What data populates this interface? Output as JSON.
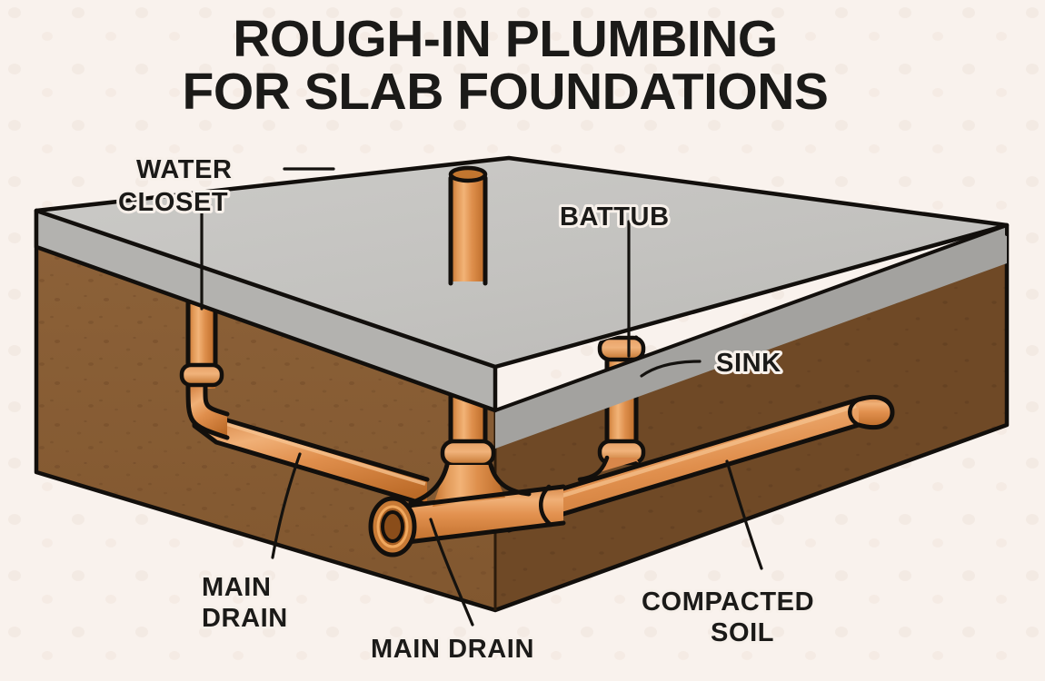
{
  "title": {
    "line1": "ROUGH-IN PLUMBING",
    "line2": "FOR SLAB FOUNDATIONS"
  },
  "labels": {
    "water_closet_line1": "WATER",
    "water_closet_line2": "CLOSET",
    "bathtub": "BATTUB",
    "sink": "SINK",
    "main_drain_left_line1": "MAIN",
    "main_drain_left_line2": "DRAIN",
    "main_drain_bottom": "MAIN DRAIN",
    "compacted_soil_line1": "COMPACTED",
    "compacted_soil_line2": "SOIL"
  },
  "colors": {
    "background": "#f9f2ed",
    "title_text": "#1b1a18",
    "slab_top": "#c6c5c2",
    "slab_front": "#b0afac",
    "slab_right": "#9c9b98",
    "soil_front": "#8a5f38",
    "soil_right": "#734c2b",
    "soil_top": "#7d5531",
    "pipe_base": "#d98a46",
    "pipe_light": "#eea96a",
    "pipe_dark": "#c06f2c",
    "pipe_outline": "#120f0c",
    "leader_line": "#14120f"
  },
  "diagram": {
    "type": "isometric-cutaway-illustration",
    "subject": "slab-foundation-drain-rough-in",
    "components": [
      "concrete-slab",
      "compacted-soil-block",
      "water-closet-stub",
      "bathtub-stub",
      "sink-stub",
      "main-drain-left-run",
      "main-drain-right-run",
      "main-drain-open-end",
      "drain-tee-fitting"
    ]
  }
}
